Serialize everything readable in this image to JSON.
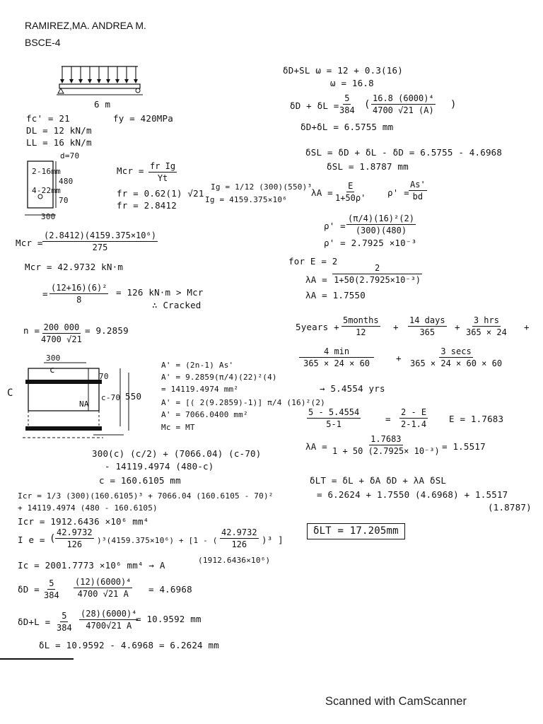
{
  "header": {
    "name": "RAMIREZ,MA. ANDREA M.",
    "section": "BSCE-4"
  },
  "footer": {
    "scanner": "Scanned with CamScanner"
  },
  "left": {
    "beam_span": "6 m",
    "givens": [
      "fc' = 21",
      "DL = 12 kN/m",
      "LL = 16 kN/m"
    ],
    "fy": "fy = 420MPa",
    "section": {
      "top": "d=70",
      "bars_top": "2-16mm",
      "bars_bot": "4-22mm",
      "depth": "480",
      "cover": "70",
      "width": "300"
    },
    "mcr_def": {
      "lhs": "Mcr =",
      "num": "fr Ig",
      "den": "Yt"
    },
    "fr1": "fr = 0.62(1) √21",
    "fr2": "fr = 2.8412",
    "ig1": "Ig = 1/12 (300)(550)³",
    "ig2": "Ig = 4159.375×10⁶",
    "mcr_calc": {
      "lhs": "Mcr =",
      "num": "(2.8412)(4159.375×10⁶)",
      "den": "275"
    },
    "mcr_res": "Mcr = 42.9732 kN·m",
    "ma": {
      "lhs": "=",
      "num": "(12+16)(6)²",
      "den": "8",
      "rhs": "= 126 kN·m > Mcr"
    },
    "cracked": "∴ Cracked",
    "n": {
      "lhs": "n =",
      "num": "200 000",
      "den": "4700 √21",
      "rhs": "= 9.2859"
    },
    "tsec": {
      "top_w": "300",
      "c_top": "c",
      "c_side": "C",
      "d_top": "70",
      "na": "NA",
      "c70": "c-70",
      "h": "550"
    },
    "as_lines": [
      "A' = (2n-1) As'",
      "A' = 9.2859(π/4)(22)²(4)",
      "  = 14119.4974 mm²",
      "A' = [( 2(9.2859)-1)] π/4 (16)²(2)",
      "A' = 7066.0400 mm²",
      "Mc = MT"
    ],
    "na_lines": [
      "300(c) (c/2) + (7066.04) (c-70)",
      "  - 14119.4974 (480-c)",
      "c = 160.6105 mm"
    ],
    "icr_lines": [
      "Icr = 1/3 (300)(160.6105)³ + 7066.04 (160.6105 - 70)²",
      "  + 14119.4974 (480 - 160.6105)",
      "Icr = 1912.6436 ×10⁶ mm⁴"
    ],
    "ie": {
      "lhs": "I e =",
      "f1n": "42.9732",
      "f1d": "126",
      "mid": ")³(4159.375×10⁶) + [1 - (",
      "f2n": "42.9732",
      "f2d": "126",
      "end": ")³ ]"
    },
    "ie_tail": "(1912.6436×10⁶)",
    "ie_res": "Ic = 2001.7773 ×10⁶ mm⁴ → A",
    "dd": {
      "lhs": "δD =",
      "c_num": "5",
      "c_den": "384",
      "num": "(12)(6000)⁴",
      "den": "4700 √21 A",
      "rhs": "= 4.6968"
    },
    "dl": {
      "lhs": "δD+L =",
      "c_num": "5",
      "c_den": "384",
      "num": "(28)(6000)⁴",
      "den": "4700√21 A",
      "rhs": "= 10.9592 mm"
    },
    "dl_final": "δL = 10.9592 - 4.6968 = 6.2624 mm"
  },
  "right": {
    "w1": "δD+SL   ω = 12 + 0.3(16)",
    "w2": "ω = 16.8",
    "dsl": {
      "lhs": "δD + δL =",
      "c_num": "5",
      "c_den": "384",
      "num": "16.8 (6000)⁴",
      "den": "4700 √21 (A)"
    },
    "dsl_res": "δD+δL =  6.5755 mm",
    "dsl2": "δSL = δD + δL - δD = 6.5755 - 4.6968",
    "dsl3": "δSL = 1.8787 mm",
    "lam": {
      "lhs": "λA =",
      "num": "E",
      "den": "1+50ρ'"
    },
    "rho": {
      "lhs": "ρ' =",
      "num": "As'",
      "den": "bd"
    },
    "rho2": {
      "lhs": "ρ' =",
      "num": "(π/4)(16)²(2)",
      "den": "(300)(480)"
    },
    "rho3": "ρ' = 2.7925 ×10⁻³",
    "for": "for  E = 2",
    "lam2": {
      "lhs": "λA =",
      "num": "2",
      "den": "1+50(2.7925×10⁻³)"
    },
    "lam3": "λA = 1.7550",
    "time": {
      "yrs": "5years +",
      "f1n": "5months",
      "f1d": "12",
      "f2n": "14 days",
      "f2d": "365",
      "f3n": "3 hrs",
      "f3d": "365 × 24",
      "f4n": "4 min",
      "f4d": "365 × 24 × 60",
      "f5n": "3 secs",
      "f5d": "365 × 24 × 60 × 60"
    },
    "time_res": "→ 5.4554 yrs",
    "interp": {
      "n1": "5 - 5.4554",
      "d1": "5-1",
      "n2": "2 - E",
      "d2": "2-1.4",
      "rhs": "E = 1.7683"
    },
    "lam4": {
      "lhs": "λA =",
      "num": "1.7683",
      "den": "1 + 50 (2.7925× 10⁻³)",
      "rhs": "= 1.5517"
    },
    "dlt1": "δLT =  δL + δA δD + λA δSL",
    "dlt2": "= 6.2624 + 1.7550 (4.6968) + 1.5517",
    "dlt3": "(1.8787)",
    "answer": "δLT = 17.205mm"
  }
}
